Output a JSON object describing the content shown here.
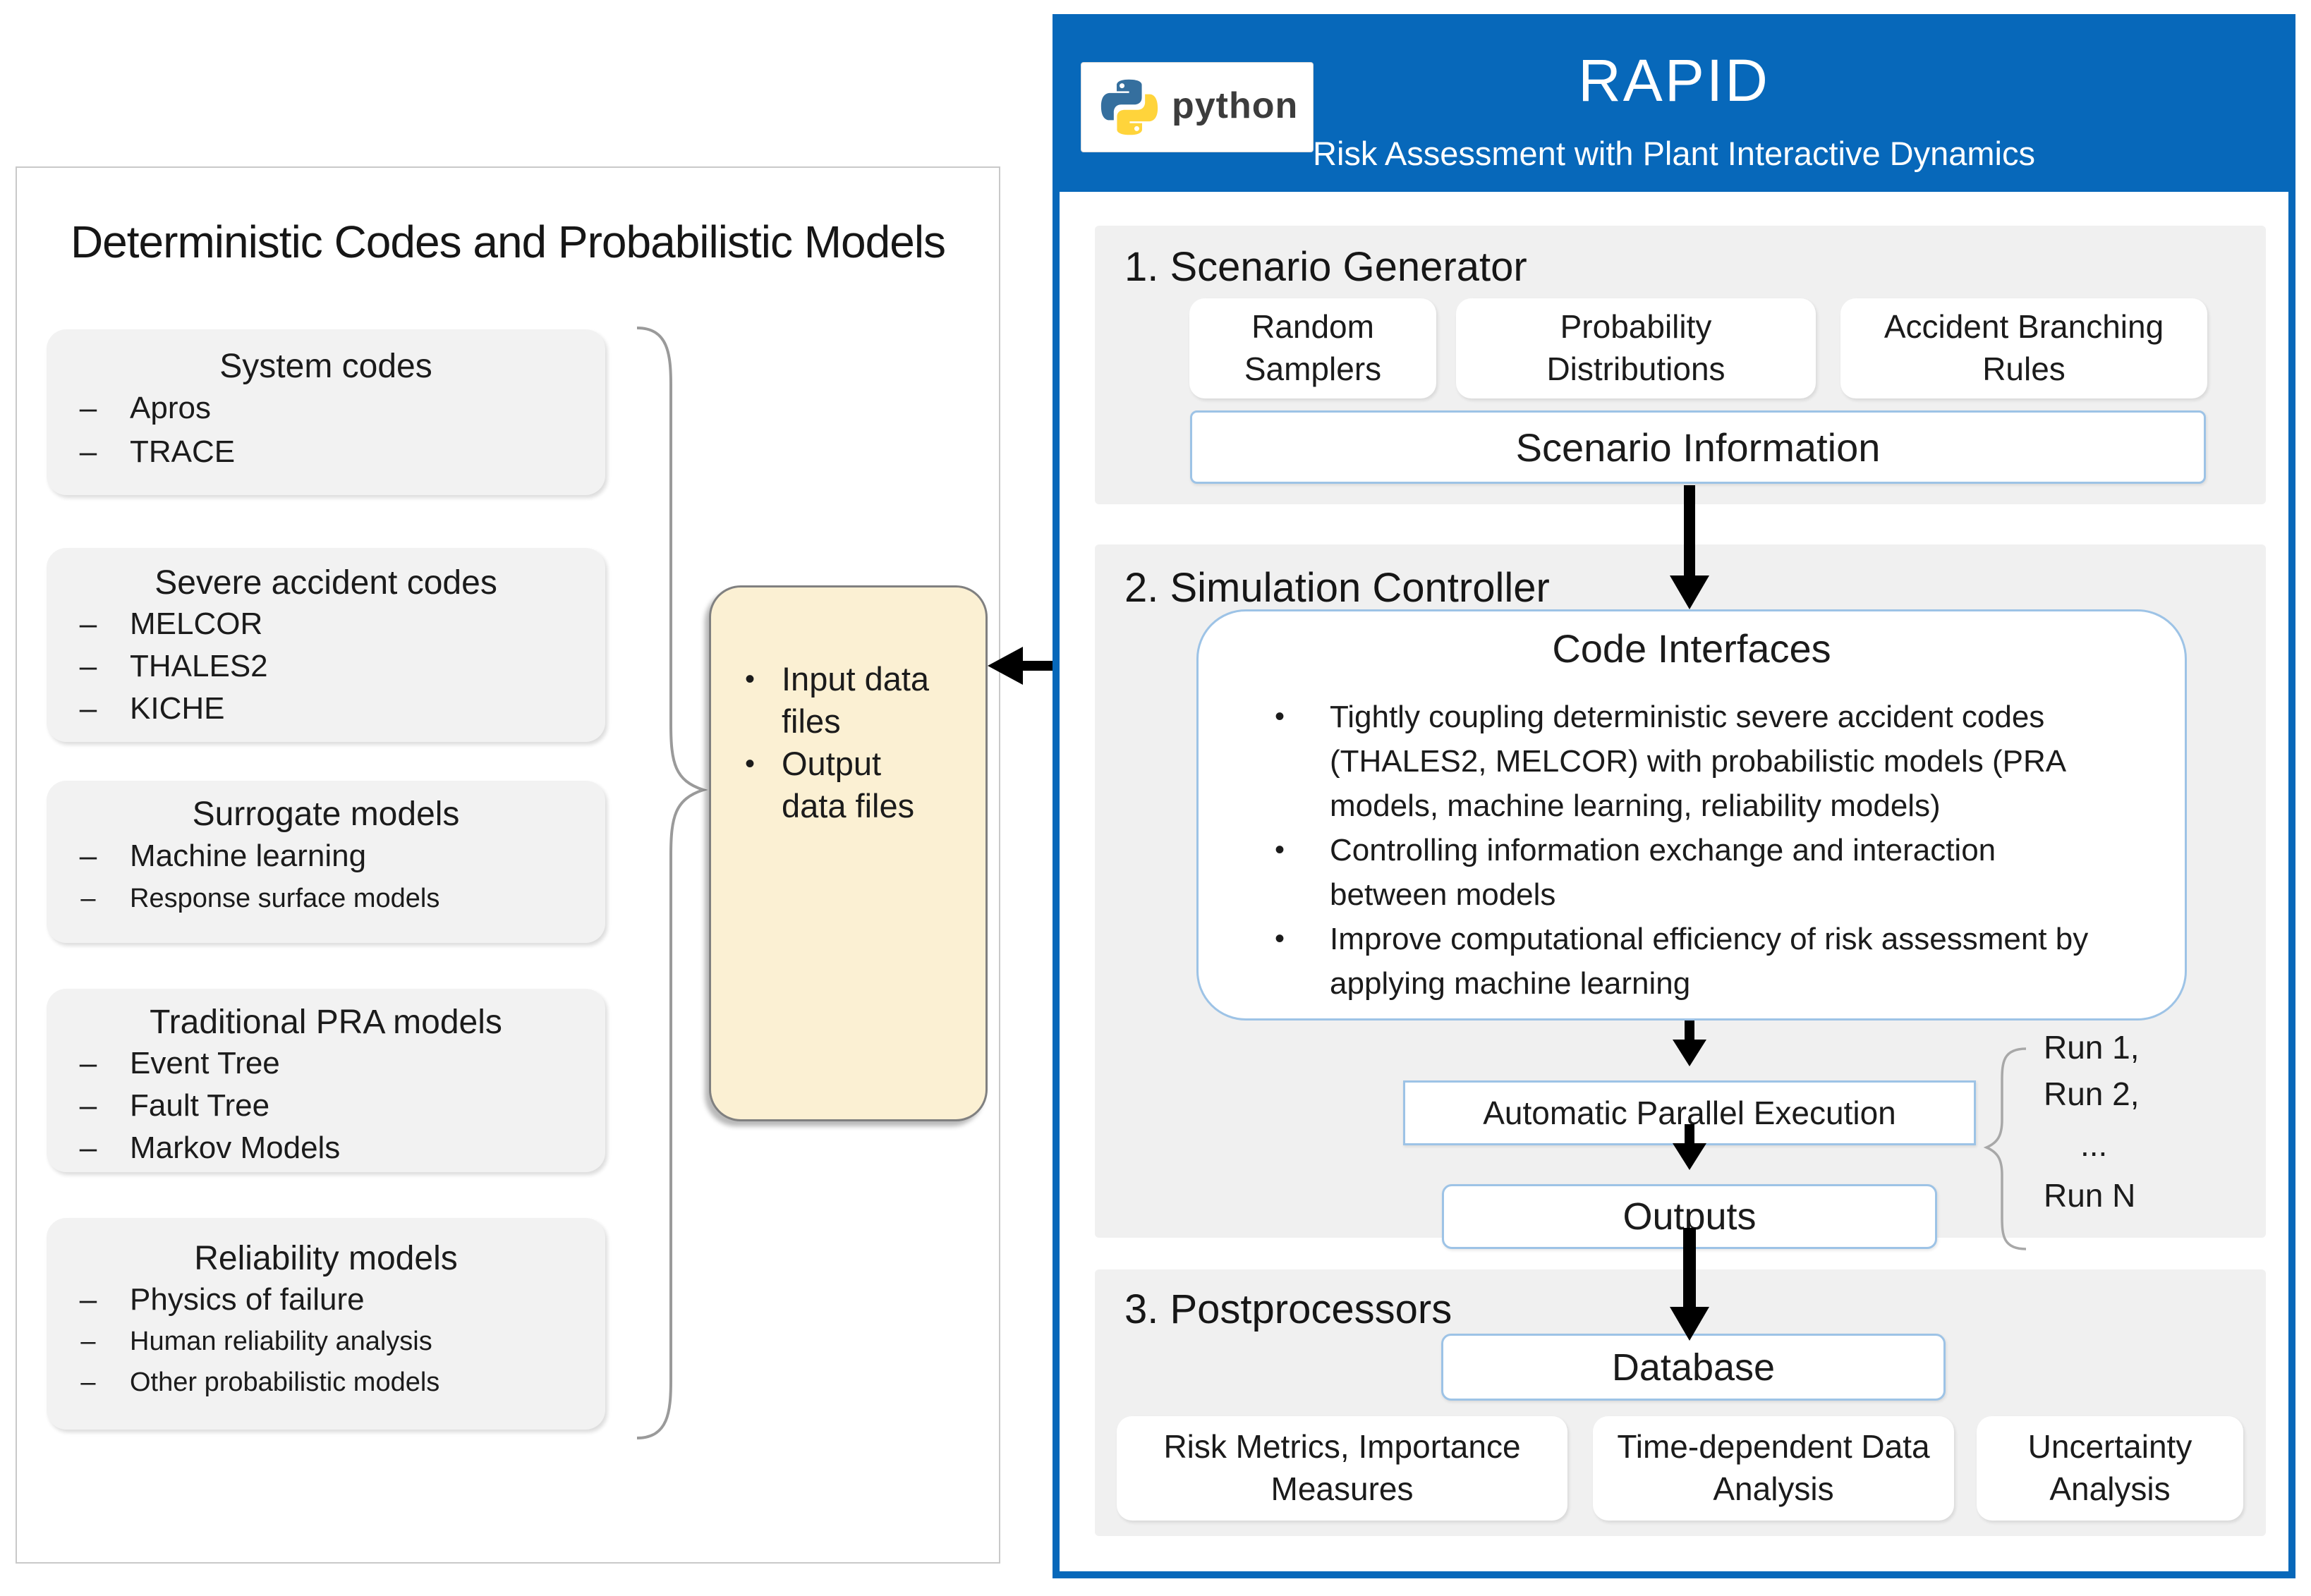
{
  "figure": {
    "left_panel": {
      "title": "Deterministic Codes and Probabilistic Models",
      "dash": "–",
      "groups": [
        {
          "heading": "System codes",
          "items": [
            "Apros",
            "TRACE"
          ]
        },
        {
          "heading": "Severe accident codes",
          "items": [
            "MELCOR",
            "THALES2",
            "KICHE"
          ]
        },
        {
          "heading": "Surrogate models",
          "items": [
            "Machine learning",
            "Response surface models"
          ]
        },
        {
          "heading": "Traditional PRA models",
          "items": [
            "Event Tree",
            "Fault Tree",
            "Markov Models"
          ]
        },
        {
          "heading": "Reliability models",
          "items": [
            "Physics of failure",
            "Human reliability analysis",
            "Other probabilistic models"
          ]
        }
      ]
    },
    "files_box": {
      "bullet": "•",
      "items": [
        "Input data files",
        "Output data files"
      ]
    },
    "rapid": {
      "logo_label": "python",
      "title": "RAPID",
      "subtitle": "Risk Assessment with Plant Interactive Dynamics",
      "sections": {
        "s1": {
          "title": "1. Scenario Generator",
          "boxes": [
            "Random Samplers",
            "Probability Distributions",
            "Accident Branching Rules"
          ],
          "result_box": "Scenario Information"
        },
        "s2": {
          "title": "2. Simulation Controller",
          "code_interfaces": {
            "title": "Code Interfaces",
            "bullet": "•",
            "bullets": [
              "Tightly coupling deterministic severe accident codes (THALES2, MELCOR) with probabilistic models (PRA models, machine learning, reliability models)",
              "Controlling information exchange and interaction between models",
              "Improve computational efficiency of risk assessment by applying machine learning"
            ]
          },
          "parallel_box": "Automatic Parallel Execution",
          "outputs_box": "Outputs",
          "runs": [
            "Run 1,",
            "Run 2,",
            "...",
            "Run N"
          ]
        },
        "s3": {
          "title": "3. Postprocessors",
          "database_box": "Database",
          "boxes": [
            "Risk Metrics, Importance Measures",
            "Time-dependent Data Analysis",
            "Uncertainty Analysis"
          ]
        }
      }
    },
    "colors": {
      "header_blue": "#0768BA",
      "box_border_blue": "#9DC3E6",
      "section_gray": "#F0F0F0",
      "group_gray": "#F2F2F2",
      "files_yellow": "#FBF0D3"
    }
  }
}
